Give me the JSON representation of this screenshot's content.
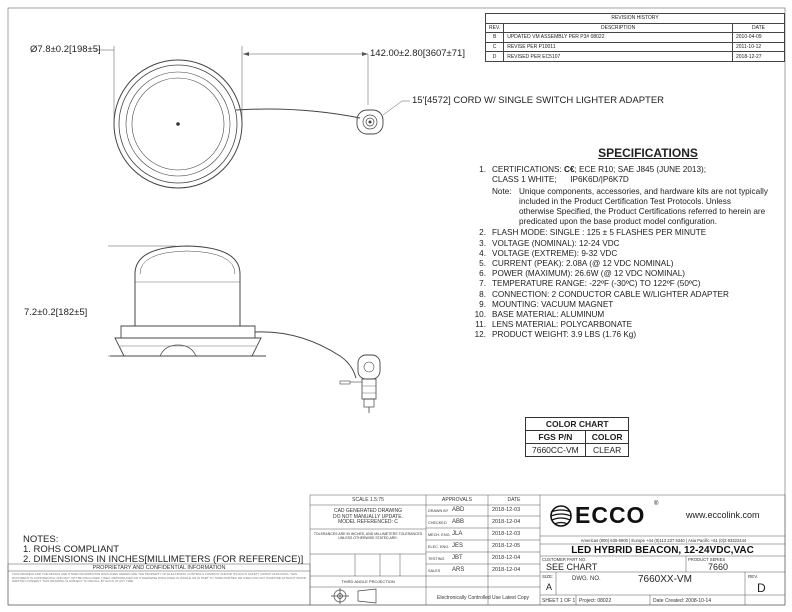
{
  "revision_history": {
    "title": "REVISION HISTORY",
    "columns": [
      "REV.",
      "DESCRIPTION",
      "DATE"
    ],
    "rows": [
      [
        "B",
        "UPDATED VM ASSEMBLY PER P3# 08022",
        "2010-04-09"
      ],
      [
        "C",
        "REVISE PER P10011",
        "2011-10-12"
      ],
      [
        "D",
        "REVISED PER EC5107",
        "2018-12-27"
      ]
    ]
  },
  "dimensions": {
    "diameter_symbol": "Ø",
    "diameter": "7.8±0.2",
    "diameter_mm": "[198±5]",
    "cord_length": "142.00±2.80",
    "cord_length_mm": "[3607±71]",
    "cord_note": "15'[4572] CORD W/ SINGLE SWITCH LIGHTER ADAPTER",
    "height": "7.2±0.2",
    "height_mm": "[182±5]"
  },
  "specifications": {
    "title": "SPECIFICATIONS",
    "cert_prefix": "CERTIFICATIONS:",
    "ce_mark": "C€",
    "cert_text": "; ECE R10; SAE J845 (JUNE 2013);",
    "cert_line2": "CLASS 1 WHITE;",
    "cert_line2b": "IP6K6D/|P6K7D",
    "note_label": "Note:",
    "note_text": "Unique components, accessories, and hardware kits are not typically included in the Product Certification Test Protocols. Unless otherwise Specified, the Product Certifications referred to herein are predicated upon the base product model configuration.",
    "items": [
      {
        "num": "2.",
        "text": "FLASH MODE: SINGLE : 125 ± 5 FLASHES PER MINUTE"
      },
      {
        "num": "3.",
        "text": "VOLTAGE (NOMINAL): 12-24 VDC"
      },
      {
        "num": "4.",
        "text": "VOLTAGE (EXTREME): 9-32 VDC"
      },
      {
        "num": "5.",
        "text": "CURRENT (PEAK): 2.08A (@ 12 VDC NOMINAL)"
      },
      {
        "num": "6.",
        "text": "POWER (MAXIMUM): 26.6W (@ 12 VDC NOMINAL)"
      },
      {
        "num": "7.",
        "text": "TEMPERATURE RANGE: -22ºF (-30ºC) TO 122ºF (50ºC)"
      },
      {
        "num": "8.",
        "text": "CONNECTION: 2 CONDUCTOR CABLE W/LIGHTER ADAPTER"
      },
      {
        "num": "9.",
        "text": "MOUNTING: VACUUM MAGNET"
      },
      {
        "num": "10.",
        "text": "BASE MATERIAL: ALUMINUM"
      },
      {
        "num": "11.",
        "text": "LENS MATERIAL: POLYCARBONATE"
      },
      {
        "num": "12.",
        "text": "PRODUCT WEIGHT: 3.9 LBS (1.76 Kg)"
      }
    ]
  },
  "color_chart": {
    "title": "COLOR CHART",
    "headers": [
      "FGS P/N",
      "COLOR"
    ],
    "rows": [
      [
        "7660CC-VM",
        "CLEAR"
      ]
    ]
  },
  "notes": {
    "title": "NOTES:",
    "items": [
      "1.  ROHS COMPLIANT",
      "2.  DIMENSIONS IN INCHES[MILLIMETERS (FOR REFERENCE)]"
    ]
  },
  "title_block": {
    "scale": "SCALE 1.5:75",
    "approvals": "APPROVALS",
    "date_head": "DATE",
    "cad_note": "CAD GENERATED DRAWING DO NOT MANUALLY UPDATE. MODEL REFERENCED: C",
    "tolerance_note": "TOLERANCES ARE IN INCHES, AND MILLIMETERS TOLERANCES UNLESS OTHERWISE STATED ARE:",
    "third_angle": "THIRD ANGLE PROJECTION",
    "proprietary": "PROPRIETARY AND CONFIDENTIAL INFORMATION",
    "approvers": [
      {
        "role": "DRAWN BY",
        "name": "ABD",
        "date": "2018-12-03"
      },
      {
        "role": "CHECKED",
        "name": "ABB",
        "date": "2018-12-04"
      },
      {
        "role": "MECH. ENG.",
        "name": "JLA",
        "date": "2018-12-03"
      },
      {
        "role": "ELEC. ENG.",
        "name": "JES",
        "date": "2018-12-05"
      },
      {
        "role": "TESTING",
        "name": "JBT",
        "date": "2018-12-04"
      },
      {
        "role": "SALES",
        "name": "ARS",
        "date": "2018-12-04"
      }
    ],
    "uncontrolled": "Electronically Controlled Use Latest Copy",
    "brand": "ECCO",
    "website": "www.eccolink.com",
    "phones": "Americas (800) 635-5900  |  Europe +44 (0)113 237 5340  |  Asia Pacific +61 (0)3 93322444",
    "product_title": "LED HYBRID BEACON, 12-24VDC,VAC",
    "customer_part_label": "CUSTOMER PART NO.",
    "customer_part": "SEE CHART",
    "product_series_label": "PRODUCT SERIES",
    "product_series": "7660",
    "size_label": "SIZE:",
    "size": "A",
    "dwg_label": "DWG. NO.",
    "dwg_no": "7660XX-VM",
    "rev_label": "REV.",
    "rev": "D",
    "sheet": "SHEET 1 OF 1",
    "project_label": "Project:",
    "project": "08022",
    "date_created_label": "Date Created:",
    "date_created": "2008-10-14"
  }
}
